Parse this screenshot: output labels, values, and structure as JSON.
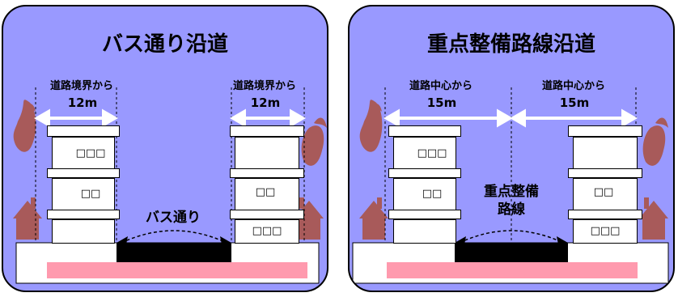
{
  "panels": [
    {
      "title": "バス通り沿道",
      "left_dist_label": "道路境界から",
      "left_dist_value": "12m",
      "right_dist_label": "道路境界から",
      "right_dist_value": "12m",
      "road_label": "バス通り",
      "left_building": {
        "upper": "□□□",
        "lower": "□□"
      },
      "right_building": {
        "upper": "□□",
        "lower": "□□□"
      }
    },
    {
      "title": "重点整備路線沿道",
      "left_dist_label": "道路中心から",
      "left_dist_value": "15m",
      "right_dist_label": "道路中心から",
      "right_dist_value": "15m",
      "road_label": "重点整備\n路線",
      "left_building": {
        "upper": "□□□",
        "lower": "□□"
      },
      "right_building": {
        "upper": "□□",
        "lower": "□□□"
      }
    }
  ],
  "colors": {
    "panel_bg": "#9999ff",
    "fire": "#a85a5a",
    "house": "#a85a5a",
    "sidewalk_strip": "#ff9aae",
    "road": "#000000"
  }
}
